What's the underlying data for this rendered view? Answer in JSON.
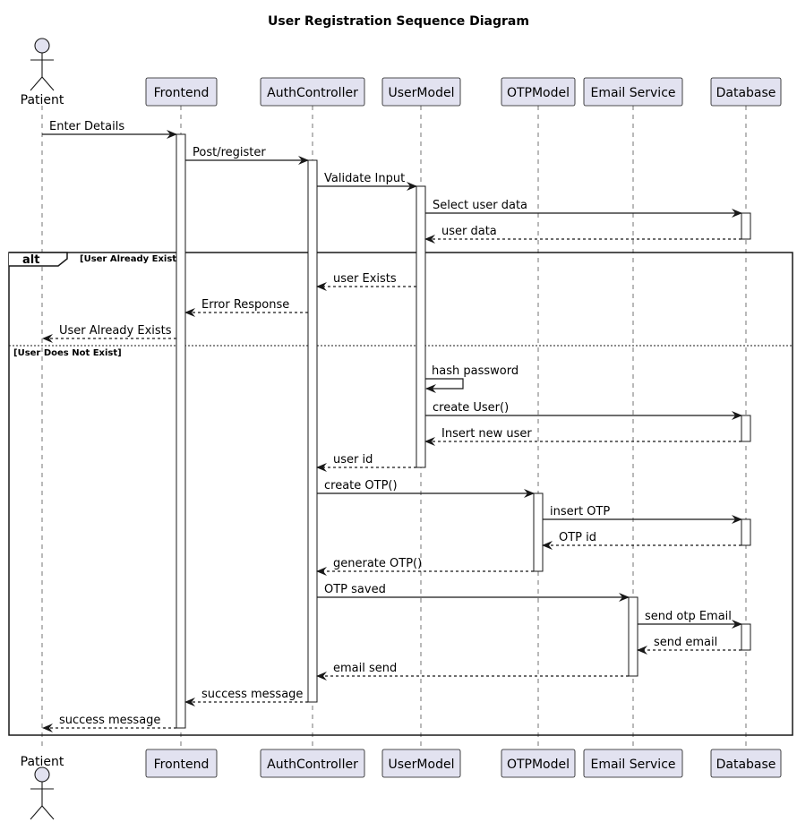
{
  "title": "User Registration Sequence Diagram",
  "participants": [
    {
      "id": "patient",
      "label": "Patient",
      "kind": "actor"
    },
    {
      "id": "frontend",
      "label": "Frontend",
      "kind": "box"
    },
    {
      "id": "auth",
      "label": "AuthController",
      "kind": "box"
    },
    {
      "id": "user",
      "label": "UserModel",
      "kind": "box"
    },
    {
      "id": "otp",
      "label": "OTPModel",
      "kind": "box"
    },
    {
      "id": "email",
      "label": "Email Service",
      "kind": "box"
    },
    {
      "id": "db",
      "label": "Database",
      "kind": "box"
    }
  ],
  "messages": [
    {
      "from": "patient",
      "to": "frontend",
      "label": "Enter Details",
      "style": "solid"
    },
    {
      "from": "frontend",
      "to": "auth",
      "label": "Post/register",
      "style": "solid"
    },
    {
      "from": "auth",
      "to": "user",
      "label": "Validate Input",
      "style": "solid"
    },
    {
      "from": "user",
      "to": "db",
      "label": "Select user data",
      "style": "solid"
    },
    {
      "from": "db",
      "to": "user",
      "label": "user data",
      "style": "dashed"
    },
    {
      "from": "user",
      "to": "auth",
      "label": "user Exists",
      "style": "dashed"
    },
    {
      "from": "auth",
      "to": "frontend",
      "label": "Error Response",
      "style": "dashed"
    },
    {
      "from": "frontend",
      "to": "patient",
      "label": "User Already Exists",
      "style": "dashed"
    },
    {
      "from": "user",
      "to": "user",
      "label": "hash password",
      "style": "solid"
    },
    {
      "from": "user",
      "to": "db",
      "label": "create User()",
      "style": "solid"
    },
    {
      "from": "db",
      "to": "user",
      "label": "Insert new user",
      "style": "dashed"
    },
    {
      "from": "user",
      "to": "auth",
      "label": "user id",
      "style": "dashed"
    },
    {
      "from": "auth",
      "to": "otp",
      "label": "create OTP()",
      "style": "solid"
    },
    {
      "from": "otp",
      "to": "db",
      "label": "insert OTP",
      "style": "solid"
    },
    {
      "from": "db",
      "to": "otp",
      "label": "OTP id",
      "style": "dashed"
    },
    {
      "from": "otp",
      "to": "auth",
      "label": "generate OTP()",
      "style": "dashed"
    },
    {
      "from": "auth",
      "to": "email",
      "label": "OTP saved",
      "style": "solid"
    },
    {
      "from": "email",
      "to": "db",
      "label": "send otp Email",
      "style": "solid"
    },
    {
      "from": "db",
      "to": "email",
      "label": "send email",
      "style": "dashed"
    },
    {
      "from": "email",
      "to": "auth",
      "label": "email send",
      "style": "dashed"
    },
    {
      "from": "auth",
      "to": "frontend",
      "label": "success message",
      "style": "dashed"
    },
    {
      "from": "frontend",
      "to": "patient",
      "label": "success message",
      "style": "dashed"
    }
  ],
  "fragment": {
    "keyword": "alt",
    "guards": [
      "[User Already Exists]",
      "[User Does Not Exist]"
    ]
  },
  "colors": {
    "participant_fill": "#e2e2f0",
    "participant_stroke": "#181818",
    "line": "#181818",
    "activation_fill": "#ffffff"
  }
}
